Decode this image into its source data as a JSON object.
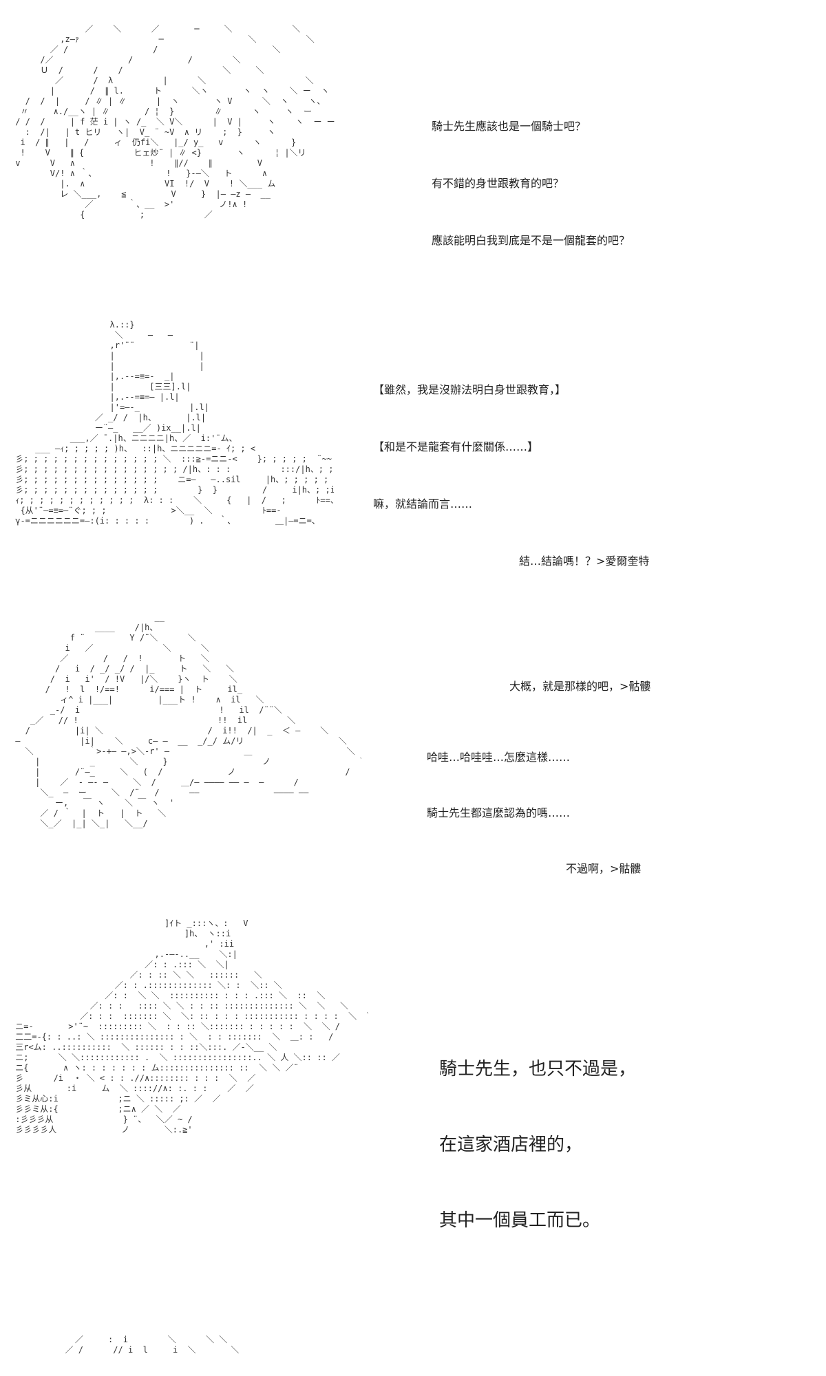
{
  "panels": [
    {
      "id": "panel-1",
      "dialogue": [
        "騎士先生應該也是一個騎士吧？",
        "有不錯的身世跟教育的吧？",
        "應該能明白我到底是不是一個龍套的吧？"
      ]
    },
    {
      "id": "panel-2",
      "dialogue": [
        "【雖然，我是沒辦法明白身世跟教育，】",
        "【和是不是龍套有什麼關係……】",
        "嘛，就結論而言……",
        "結…結論嗎！？>愛爾奎特"
      ]
    },
    {
      "id": "panel-3",
      "dialogue": [
        "大概，就是那樣的吧，>骷髏",
        "哈哇…哈哇哇…怎麼這樣……",
        "騎士先生都這麼認為的嗎……",
        "不過啊，>骷髏"
      ]
    },
    {
      "id": "panel-4",
      "dialogue": [
        "騎士先生，也只不過是，",
        "在這家酒店裡的，",
        "其中一個員工而已。"
      ]
    }
  ]
}
